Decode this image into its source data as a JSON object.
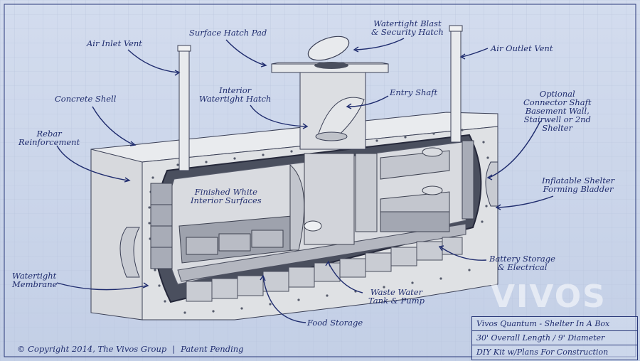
{
  "labels": {
    "air_inlet_vent": "Air Inlet Vent",
    "surface_hatch_pad": "Surface Hatch Pad",
    "watertight_blast_hatch": [
      "Watertight Blast",
      "& Security Hatch"
    ],
    "air_outlet_vent": "Air Outlet Vent",
    "concrete_shell": "Concrete Shell",
    "interior_watertight_hatch": [
      "Interior",
      "Watertight Hatch"
    ],
    "entry_shaft": "Entry Shaft",
    "optional_connector_shaft": [
      "Optional",
      "Connector Shaft",
      "Basement Wall,",
      "Stairwell or 2nd",
      "Shelter"
    ],
    "rebar_reinforcement": [
      "Rebar",
      "Reinforcement"
    ],
    "finished_white_interior": [
      "Finished White",
      "Interior Surfaces"
    ],
    "inflatable_shelter_bladder": [
      "Inflatable Shelter",
      "Forming Bladder"
    ],
    "battery_storage": [
      "Battery Storage",
      "& Electrical"
    ],
    "watertight_membrane": [
      "Watertight",
      "Membrane"
    ],
    "waste_water_tank": [
      "Waste Water",
      "Tank & Pump"
    ],
    "food_storage": "Food Storage"
  },
  "footer": {
    "copyright": "© Copyright 2014, The Vivos Group",
    "patent": "Patent Pending"
  },
  "title_block": {
    "row1": "Vivos Quantum - Shelter In A Box",
    "row2": "30' Overall Length / 9' Diameter",
    "row3": "DIY Kit w/Plans For Construction"
  },
  "watermark": "VIVOS",
  "colors": {
    "ink": "#1f2c6e",
    "paper": "#c9d4e8",
    "concrete": "#e4e6ea"
  }
}
